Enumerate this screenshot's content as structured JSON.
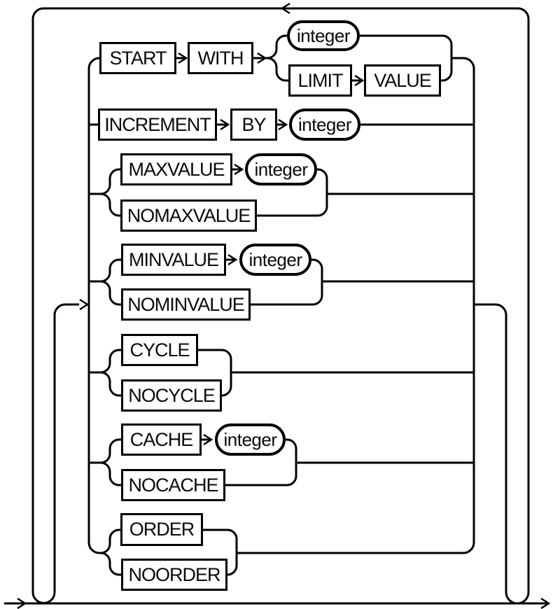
{
  "diagram": {
    "kind": "railroad-syntax-diagram",
    "loop": {
      "top_arrow_direction": "left",
      "baseline_arrow_direction": "right"
    },
    "line_color": "#000000",
    "background_color": "#ffffff"
  },
  "nodes": {
    "start": "START",
    "with": "WITH",
    "integer_1": "integer",
    "limit": "LIMIT",
    "value": "VALUE",
    "increment": "INCREMENT",
    "by": "BY",
    "integer_2": "integer",
    "maxvalue": "MAXVALUE",
    "integer_3": "integer",
    "nomaxvalue": "NOMAXVALUE",
    "minvalue": "MINVALUE",
    "integer_4": "integer",
    "nominvalue": "NOMINVALUE",
    "cycle": "CYCLE",
    "nocycle": "NOCYCLE",
    "cache": "CACHE",
    "integer_5": "integer",
    "nocache": "NOCACHE",
    "order": "ORDER",
    "noorder": "NOORDER"
  }
}
